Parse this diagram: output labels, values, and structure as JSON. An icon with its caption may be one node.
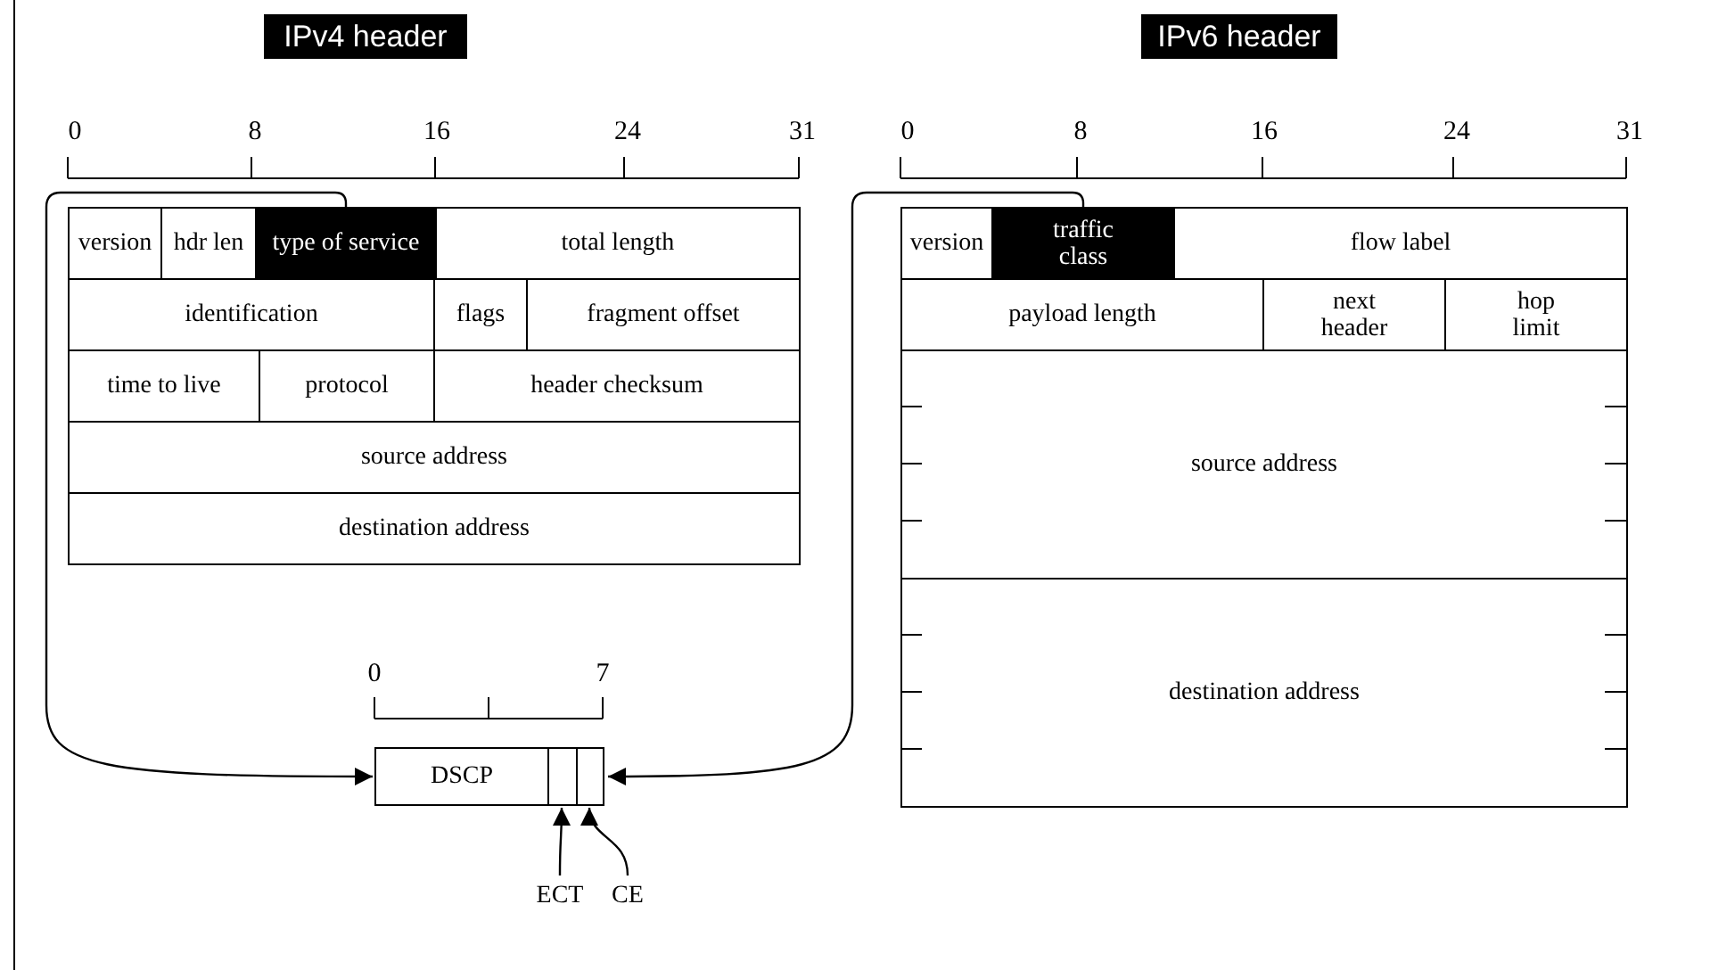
{
  "diagram": {
    "nodes": [
      {
        "text": [
          "IPv4 header"
        ]
      },
      {
        "text": [
          "version"
        ]
      },
      {
        "text": [
          "hdr len"
        ]
      },
      {
        "text": [
          "type of service"
        ]
      },
      {
        "text": [
          "total length"
        ]
      },
      {
        "text": [
          "identification"
        ]
      },
      {
        "text": [
          "flags"
        ]
      },
      {
        "text": [
          "fragment offset"
        ]
      },
      {
        "text": [
          "time to live"
        ]
      },
      {
        "text": [
          "protocol"
        ]
      },
      {
        "text": [
          "header checksum"
        ]
      },
      {
        "text": [
          "source address"
        ]
      },
      {
        "text": [
          "destination address"
        ]
      },
      {
        "text": [
          "IPv6 header"
        ]
      },
      {
        "text": [
          "version"
        ]
      },
      {
        "text": [
          "traffic class"
        ]
      },
      {
        "text": [
          "flow label"
        ]
      },
      {
        "text": [
          "payload length"
        ]
      },
      {
        "text": [
          "next header"
        ]
      },
      {
        "text": [
          "hop limit"
        ]
      },
      {
        "text": [
          "source address"
        ]
      },
      {
        "text": [
          "destination address"
        ]
      },
      {
        "text": [],
        "shape": "box"
      },
      {
        "text": [
          "DSCP"
        ],
        "in": 22
      },
      {
        "text": [],
        "shape": "box",
        "in": 22
      },
      {
        "text": [],
        "shape": "box",
        "in": 22
      },
      {
        "text": [
          "ECT"
        ]
      },
      {
        "text": [
          "CE"
        ]
      }
    ],
    "edges": [
      {
        "from": 3,
        "to": 22,
        "arrow": "to"
      },
      {
        "from": 15,
        "to": 22,
        "arrow": "to"
      },
      {
        "from": 26,
        "to": 24,
        "arrow": "to"
      },
      {
        "from": 27,
        "to": 25,
        "arrow": "to"
      }
    ],
    "labels": [
      "0",
      "8",
      "16",
      "24",
      "31",
      "0",
      "8",
      "16",
      "24",
      "31",
      "0",
      "7"
    ]
  }
}
